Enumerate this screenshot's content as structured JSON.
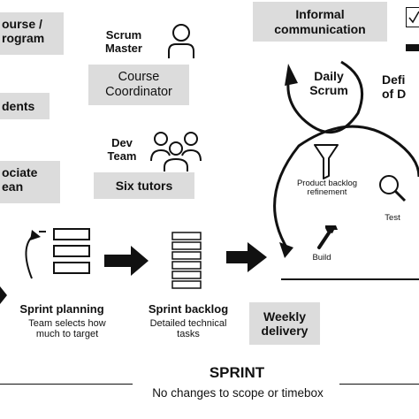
{
  "left_roles": {
    "course_program": "ourse /\nrogram",
    "students": "dents",
    "associate_dean": "ociate\nean"
  },
  "scrum_master": {
    "title": "Scrum\nMaster",
    "person": "Course\nCoordinator"
  },
  "dev_team": {
    "title": "Dev\nTeam",
    "person": "Six tutors"
  },
  "informal_communication": "Informal\ncommunication",
  "definition_of_done": "Defi\nof D",
  "daily_scrum": "Daily\nScrum",
  "cycle_steps": {
    "refinement": "Product backlog\nrefinement",
    "test": "Test",
    "build": "Build"
  },
  "sprint_planning": {
    "title": "Sprint planning",
    "desc": "Team selects how\nmuch to target"
  },
  "sprint_backlog": {
    "title": "Sprint backlog",
    "desc": "Detailed technical\ntasks"
  },
  "weekly_delivery": "Weekly\ndelivery",
  "sprint": {
    "title": "SPRINT",
    "subtitle": "No changes to scope or timebox"
  },
  "colors": {
    "box_fill": "#dcdcdc",
    "ink": "#111111"
  }
}
